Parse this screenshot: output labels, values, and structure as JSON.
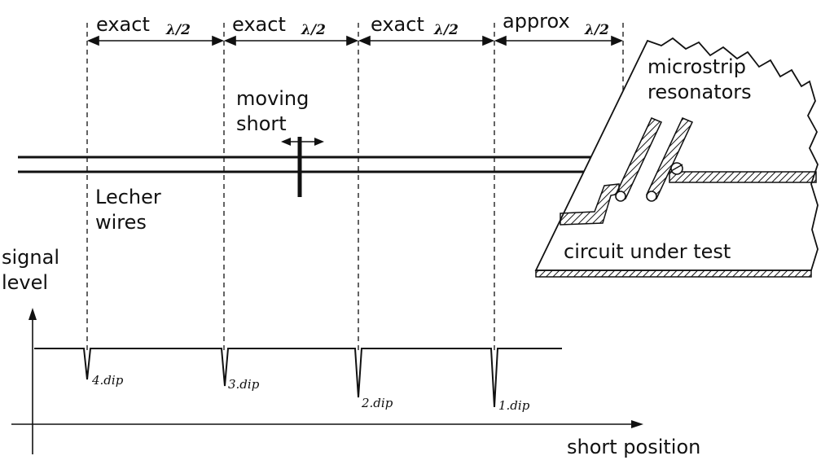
{
  "segments": [
    {
      "word": "exact",
      "lambda": "λ/2"
    },
    {
      "word": "exact",
      "lambda": "λ/2"
    },
    {
      "word": "exact",
      "lambda": "λ/2"
    },
    {
      "word": "approx",
      "lambda": "λ/2"
    }
  ],
  "labels": {
    "moving_short": [
      "moving",
      "short"
    ],
    "lecher_wires": [
      "Lecher",
      "wires"
    ],
    "microstrip_resonators": [
      "microstrip",
      "resonators"
    ],
    "circuit_under_test": "circuit under test",
    "signal_level": [
      "signal",
      "level"
    ],
    "short_position": "short position"
  },
  "dips": [
    "4.dip",
    "3.dip",
    "2.dip",
    "1.dip"
  ]
}
